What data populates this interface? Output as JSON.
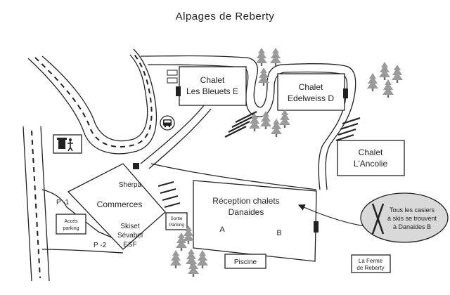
{
  "map": {
    "title": "Alpages de Reberty",
    "buildings": {
      "bleuets": {
        "line1": "Chalet",
        "line2": "Les Bleuets E"
      },
      "edelweiss": {
        "line1": "Chalet",
        "line2": "Edelweiss D"
      },
      "ancolie": {
        "line1": "Chalet",
        "line2": "L'Ancolie"
      },
      "reception": {
        "line1": "Réception chalets",
        "line2": "Danaides",
        "door_a": "A",
        "door_b": "B"
      },
      "piscine": {
        "label": "Piscine"
      },
      "ferme": {
        "line1": "La Ferme",
        "line2": "de Reberty"
      },
      "sortie": {
        "line1": "Sortie",
        "line2": "Parking"
      },
      "acces": {
        "line1": "Accès",
        "line2": "parking"
      }
    },
    "commerces": {
      "title": "Commerces",
      "shops_top": "Sherpa",
      "shops_bottom": [
        "Skiset",
        "Sévabel",
        "ESF"
      ]
    },
    "parking_levels": {
      "upper": "P -1",
      "lower": "P -2"
    },
    "callout": {
      "lines": [
        "Tous les casiers",
        "à skis se trouvent",
        "à Danaides B"
      ]
    },
    "icons": [
      "bus-icon",
      "trash-bin-icon",
      "ski-icon",
      "tree-icon",
      "entrance-marker"
    ],
    "colors": {
      "ink": "#222222",
      "tree": "#9a9a9a",
      "callout_fill": "#d9d9d9"
    }
  }
}
